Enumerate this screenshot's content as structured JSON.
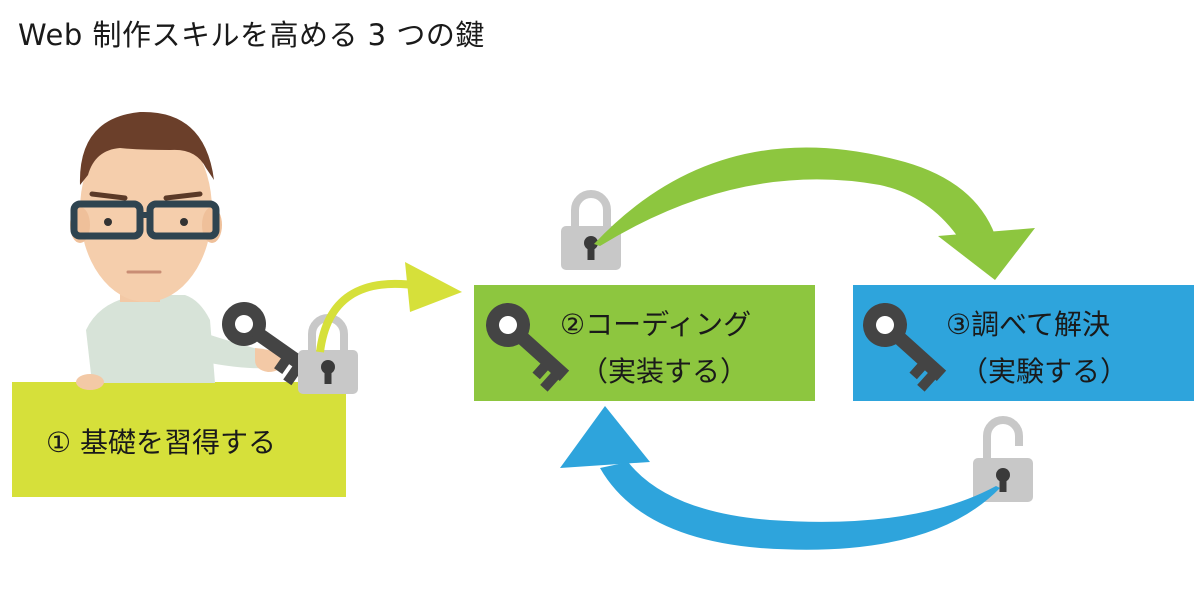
{
  "title": "Web 制作スキルを高める 3 つの鍵",
  "steps": [
    {
      "label": "① 基礎を習得する"
    },
    {
      "label": "②コーディング",
      "sub": "（実装する）"
    },
    {
      "label": "③調べて解決",
      "sub": "（実験する）"
    }
  ],
  "colors": {
    "step1": "#d6e03a",
    "step2": "#8dc63f",
    "step3": "#2ea4dc",
    "arrow_green": "#8dc63f",
    "arrow_blue": "#2ea4dc",
    "arrow_yellow": "#d6e03a",
    "lock": "#c8c8c8",
    "key": "#444444"
  }
}
